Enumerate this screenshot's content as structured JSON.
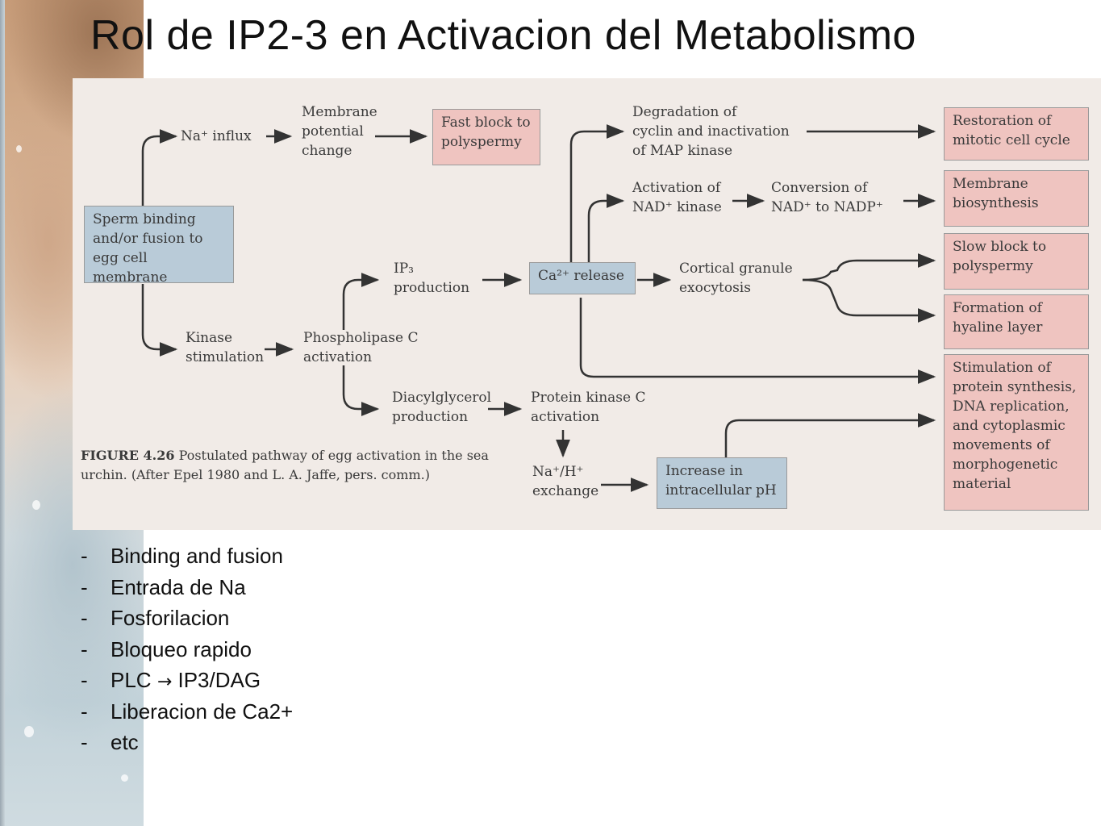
{
  "slide": {
    "title": "Rol de IP2-3 en Activacion del Metabolismo"
  },
  "figure": {
    "nodes": {
      "sperm_binding": "Sperm binding\nand/or fusion to\negg cell membrane",
      "na_influx": "Na⁺ influx",
      "membrane_potential": "Membrane\npotential\nchange",
      "fast_block": "Fast block to\npolyspermy",
      "degradation": "Degradation of\ncyclin and inactivation\nof MAP kinase",
      "restoration": "Restoration of\nmitotic cell cycle",
      "nad_kinase": "Activation of\nNAD⁺ kinase",
      "conversion": "Conversion of\nNAD⁺ to NADP⁺",
      "membrane_biosynthesis": "Membrane\nbiosynthesis",
      "ip3_production": "IP₃\nproduction",
      "ca_release": "Ca²⁺ release",
      "cortical_granule": "Cortical granule\nexocytosis",
      "slow_block": "Slow block to\npolyspermy",
      "hyaline": "Formation of\nhyaline layer",
      "kinase_stimulation": "Kinase\nstimulation",
      "plc_activation": "Phospholipase C\nactivation",
      "dag_production": "Diacylglycerol\nproduction",
      "pkc_activation": "Protein kinase C\nactivation",
      "stimulation": "Stimulation of\nprotein synthesis,\nDNA replication,\nand cytoplasmic\nmovements of\nmorphogenetic\nmaterial",
      "na_h_exchange": "Na⁺/H⁺\nexchange",
      "ph_increase": "Increase in\nintracellular pH"
    },
    "caption_label": "FIGURE 4.26",
    "caption_text": "Postulated pathway of egg activation in the sea urchin. (After Epel 1980 and L. A. Jaffe, pers. comm.)",
    "colors": {
      "blue_box": "#b9cbd8",
      "pink_box": "#efc4c0",
      "background": "#f1ebe7"
    }
  },
  "bullets": [
    "Binding and fusion",
    "Entrada de Na",
    "Fosforilacion",
    "Bloqueo rapido",
    "PLC  IP3/DAG",
    "Liberacion de Ca2+",
    "etc"
  ],
  "bullet_marker": "-",
  "bullet_arrow_index": 4
}
